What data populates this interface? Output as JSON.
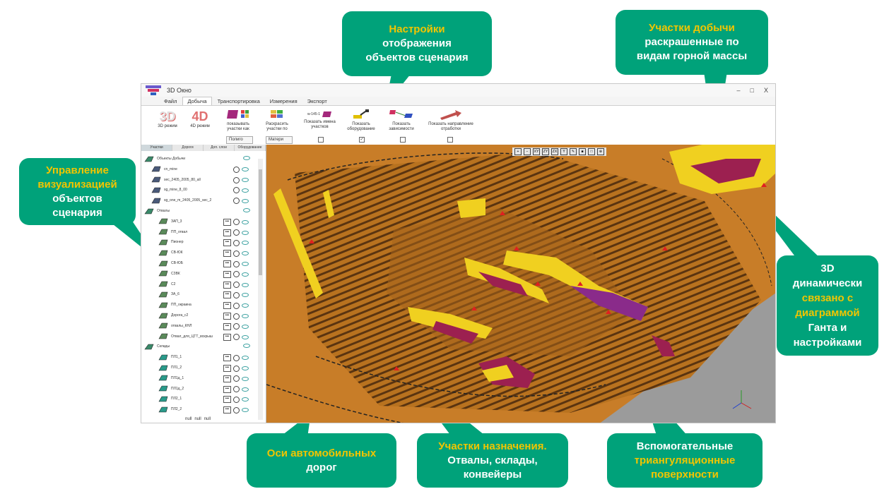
{
  "callouts": {
    "display_settings": {
      "lines": [
        "Настройки",
        "отображения",
        "объектов сценария"
      ]
    },
    "mining_areas": {
      "lines": [
        "Участки добычи",
        "раскрашенные по",
        "видам горной массы"
      ]
    },
    "visual_control": {
      "lines": [
        "Управление",
        "визуализацией",
        "объектов",
        "сценария"
      ]
    },
    "gantt_link": {
      "lines": [
        "3D",
        "динамически",
        "связано с",
        "диаграммой",
        "Ганта и",
        "настройками"
      ]
    },
    "road_axes": {
      "lines": [
        "Оси автомобильных",
        "дорог"
      ]
    },
    "destinations": {
      "lines": [
        "Участки назначения.",
        "Отвалы, склады,",
        "конвейеры"
      ]
    },
    "triangulation": {
      "lines": [
        "Вспомогательные",
        "триангуляционные",
        "поверхности"
      ]
    }
  },
  "window": {
    "title": "3D Окно",
    "controls": [
      "–",
      "□",
      "X"
    ],
    "menu": [
      "Файл",
      "Добыча",
      "Транспортировка",
      "Измерения",
      "Экспорт"
    ],
    "active_menu": "Добыча"
  },
  "ribbon": {
    "mode3d_label": "3D режим",
    "mode3d_icon": "3D",
    "mode4d_label": "4D режим",
    "mode4d_icon": "4D",
    "show_areas_label": "показывать участки как",
    "show_areas_value": "Полиго",
    "color_areas_label": "Раскрасить участки по",
    "color_areas_value": "Матери",
    "show_names_label": "Показать имена участков",
    "show_names_sample": "w-145-1",
    "show_names_checked": false,
    "show_equipment_label": "Показать оборудование",
    "show_equipment_checked": true,
    "show_deps_label": "Показать зависимости",
    "show_deps_checked": false,
    "show_direction_label": "Показать направление отработки",
    "show_direction_checked": false
  },
  "panel": {
    "tabs": [
      "Участки",
      "Дороги",
      "Доп. слои",
      "Оборудование"
    ],
    "active_tab": "Участки",
    "groups": [
      {
        "label": "Объекты Добычи",
        "items": [
          "cn_mine",
          "sec_2405_2005_80_all",
          "sg_mine_8_00",
          "sg_one_m_2405_2005_sec_2"
        ]
      },
      {
        "label": "Отвалы",
        "items": [
          "ЗАП_3",
          "ПП_отвал",
          "Пионер",
          "СВ-ЮК",
          "СВ-ЮБ",
          "СЗВК",
          "С2",
          "ЗА_6",
          "ПП_окраина",
          "Дорога_с2",
          "отвалы_КНЛ",
          "Отвал_для_ЦТТ_вскрыш"
        ]
      },
      {
        "label": "Склады",
        "items": [
          "ПЛ1_1",
          "ПЛ1_2",
          "ПЛ1д_1",
          "ПЛ1д_2",
          "ПЛ2_1",
          "ПЛ2_2"
        ]
      }
    ],
    "footer": [
      "null",
      "null",
      "null"
    ]
  },
  "viewport": {
    "toolbar": [
      "+",
      "−",
      "XY",
      "ZY",
      "ZX",
      "Y",
      "✎",
      "■",
      "□",
      "⊕"
    ]
  }
}
